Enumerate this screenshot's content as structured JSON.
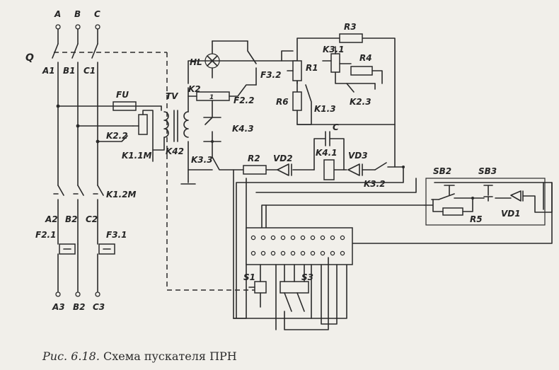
{
  "caption": {
    "prefix": "Рис. 6.18.",
    "title": "Схема пускателя ПРН"
  },
  "labels": {
    "phase_a": "A",
    "phase_b": "B",
    "phase_c": "C",
    "q": "Q",
    "a1": "A1",
    "b1": "B1",
    "c1": "C1",
    "fu": "FU",
    "tv": "TV",
    "k2_2": "K2.2",
    "k1_1m": "K1.1M",
    "k4_2": "K42",
    "k1_2m": "K1.2M",
    "a2": "A2",
    "b2": "B2",
    "c2": "C2",
    "f2_1": "F2.1",
    "f3_1": "F3.1",
    "a3": "A3",
    "b3": "B2",
    "c3": "C3",
    "hl": "HL",
    "k2": "K2",
    "k2_num": "1",
    "f2_2": "F2.2",
    "f3_2": "F3.2",
    "k4_3": "K4.3",
    "k3_3": "K3.3",
    "r2": "R2",
    "vd2": "VD2",
    "r3": "R3",
    "r1": "R1",
    "k3_1": "K3.1",
    "r4": "R4",
    "k2_3": "K2.3",
    "r6": "R6",
    "k1_3": "K1.3",
    "c": "C",
    "k4_1": "K4.1",
    "vd3": "VD3",
    "k3_2": "K3.2",
    "sb2": "SB2",
    "sb3": "SB3",
    "r5": "R5",
    "vd1": "VD1",
    "s1": "S1",
    "s3": "S3"
  },
  "symbols": {
    "lamp": "lamp-icon",
    "transformer": "transformer-icon",
    "fuse": "fuse-icon",
    "diode": "diode-icon",
    "capacitor": "capacitor-icon",
    "relay": "relay-coil-icon",
    "contact": "switch-contact-icon",
    "ground": "ground-icon",
    "resistor": "resistor-icon",
    "pushbutton": "pushbutton-icon",
    "connector": "terminal-block-icon"
  },
  "colors": {
    "ink": "#2a2a2a",
    "paper": "#f1efea"
  }
}
